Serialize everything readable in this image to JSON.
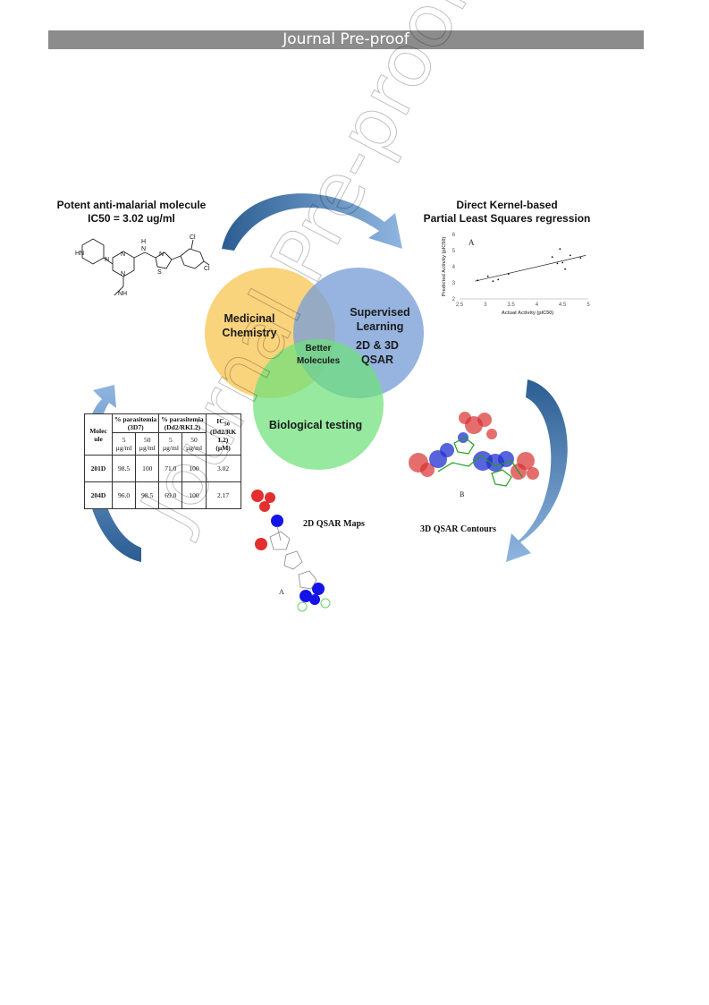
{
  "banner": {
    "text": "Journal Pre-proof"
  },
  "top_left": {
    "line1": "Potent anti-malarial molecule",
    "line2": "IC50 = 3.02 ug/ml"
  },
  "molecule": {
    "hn": "HN",
    "n": "N",
    "h": "H",
    "nh": "NH",
    "s": "S",
    "cl": "Cl"
  },
  "top_right": {
    "line1": "Direct Kernel-based",
    "line2": "Partial Least Squares regression"
  },
  "venn": {
    "medicinal": [
      "Medicinal",
      "Chemistry"
    ],
    "supervised": [
      "Supervised",
      "Learning"
    ],
    "qsar": [
      "2D & 3D",
      "QSAR"
    ],
    "better": [
      "Better",
      "Molecules"
    ],
    "bio": "Biological testing"
  },
  "table": {
    "headers": {
      "molecule": [
        "Molec",
        "ule"
      ],
      "p3d7": [
        "% parasitemia",
        "(3D7)"
      ],
      "pdd2": [
        "% parasitemia",
        "(Dd2/RKL2)"
      ],
      "ic50": [
        "IC",
        "50",
        "(Dd2/RK",
        "L2)",
        "(µM)"
      ],
      "sub": [
        [
          "5",
          "µg/ml"
        ],
        [
          "50",
          "µg/ml"
        ],
        [
          "5",
          "µg/ml"
        ],
        [
          "50",
          "µg/ml"
        ]
      ]
    },
    "rows": [
      {
        "molecule": "201D",
        "a": "98.5",
        "b": "100",
        "c": "71.0",
        "d": "100",
        "ic": "3.02"
      },
      {
        "molecule": "204D",
        "a": "96.0",
        "b": "98.5",
        "c": "69.0",
        "d": "100",
        "ic": "2.17"
      }
    ]
  },
  "labels": {
    "qsar2d": "2D QSAR Maps",
    "qsar3d": "3D QSAR Contours",
    "fig_a": "A",
    "fig_b": "B"
  },
  "chart_data": {
    "type": "scatter",
    "title": "",
    "panel_label": "A",
    "xlabel": "Actual Activity (pIC50)",
    "ylabel": "Predicted Activity (pIC50)",
    "xlim": [
      2.5,
      5
    ],
    "ylim": [
      2,
      6
    ],
    "xticks": [
      "2.5",
      "3",
      "3.5",
      "4",
      "4.5",
      "5"
    ],
    "yticks": [
      "2",
      "3",
      "4",
      "5",
      "6"
    ],
    "points": [
      [
        2.85,
        3.15
      ],
      [
        3.05,
        3.4
      ],
      [
        3.15,
        3.1
      ],
      [
        3.25,
        3.2
      ],
      [
        3.45,
        3.55
      ],
      [
        4.3,
        4.6
      ],
      [
        4.4,
        4.2
      ],
      [
        4.45,
        5.1
      ],
      [
        4.5,
        4.25
      ],
      [
        4.55,
        3.85
      ],
      [
        4.65,
        4.7
      ],
      [
        4.85,
        4.55
      ]
    ],
    "trendline": [
      [
        2.8,
        3.1
      ],
      [
        4.95,
        4.7
      ]
    ],
    "grid": false
  },
  "colors": {
    "medicinal": "#f9c659",
    "supervised": "#7a9fd8",
    "bio": "#6de07a",
    "arrow_dark": "#2b5d92",
    "arrow_light": "#8fb6e0"
  }
}
